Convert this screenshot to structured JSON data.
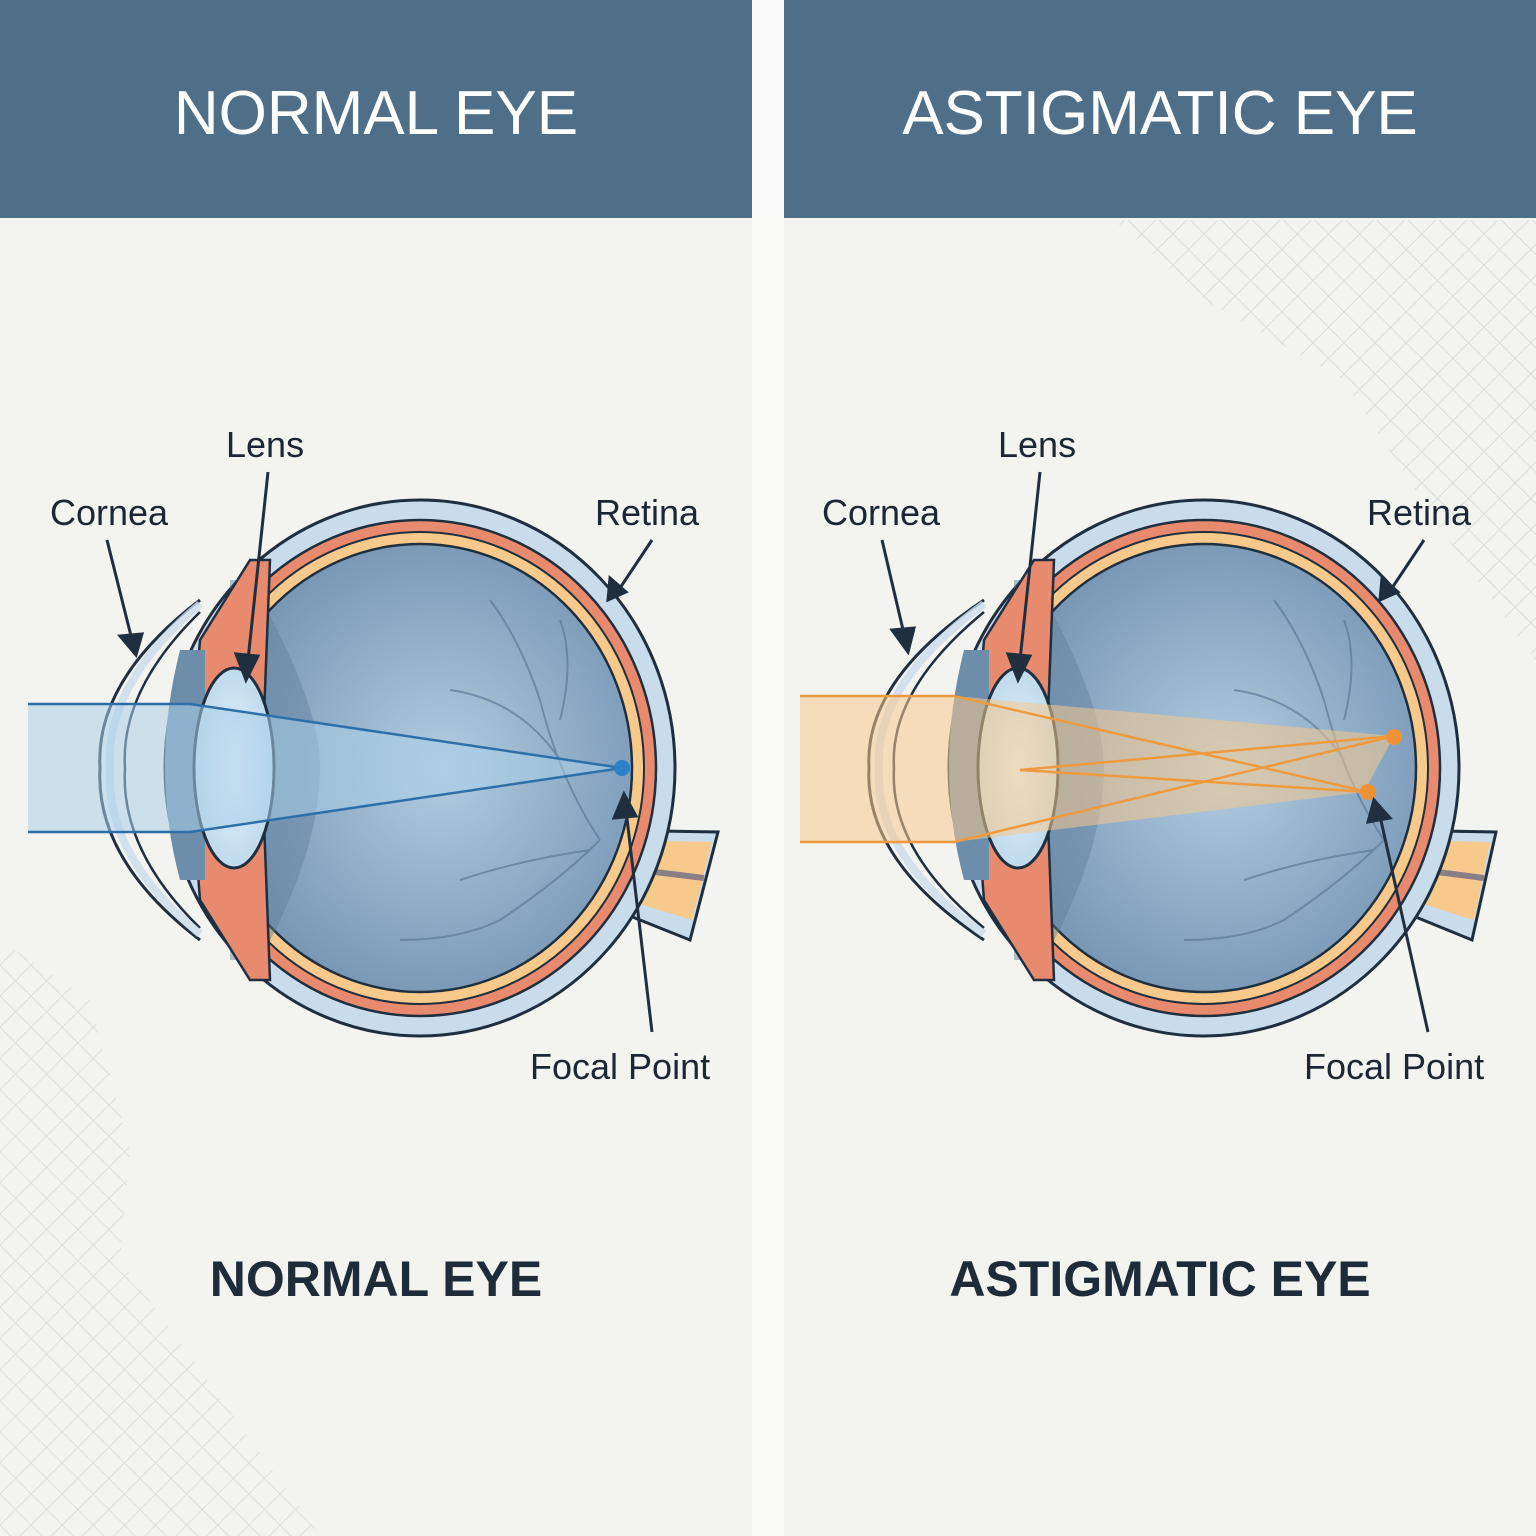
{
  "panels": [
    {
      "id": "normal",
      "header_title": "NORMAL EYE",
      "caption": "NORMAL EYE",
      "labels": {
        "lens": "Lens",
        "cornea": "Cornea",
        "retina": "Retina",
        "focal_point": "Focal Point"
      },
      "light_beam_color": "#5b9ed8",
      "focal_points": 1
    },
    {
      "id": "astigmatic",
      "header_title": "ASTIGMATIC EYE",
      "caption": "ASTIGMATIC EYE",
      "labels": {
        "lens": "Lens",
        "cornea": "Cornea",
        "retina": "Retina",
        "focal_point": "Focal Point"
      },
      "light_beam_color": "#f0a04b",
      "focal_points": 2
    }
  ],
  "colors": {
    "header_bg": "#4f6f88",
    "panel_bg": "#f3f3ef",
    "sclera": "#c9dceb",
    "choroid": "#e88a6e",
    "retina_layer": "#f7c98a",
    "vitreous": "#8eaecb",
    "outline": "#1f2f3f"
  }
}
